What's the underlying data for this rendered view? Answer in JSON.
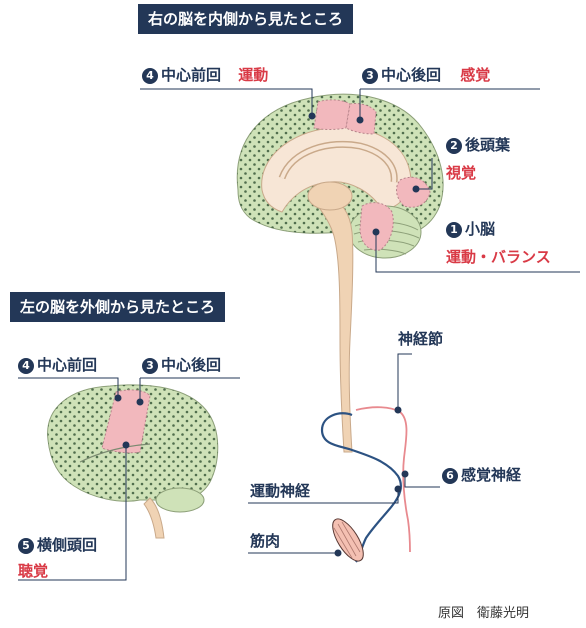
{
  "banners": {
    "medial": "右の脳を内側から見たところ",
    "lateral": "左の脳を外側から見たところ"
  },
  "medial_labels": {
    "precentral": {
      "num": "4",
      "name": "中心前回",
      "function": "運動"
    },
    "postcentral": {
      "num": "3",
      "name": "中心後回",
      "function": "感覚"
    },
    "occipital": {
      "num": "2",
      "name": "後頭葉",
      "function": "視覚"
    },
    "cerebellum": {
      "num": "1",
      "name": "小脳",
      "function": "運動・バランス"
    }
  },
  "lateral_labels": {
    "precentral": {
      "num": "4",
      "name": "中心前回"
    },
    "postcentral": {
      "num": "3",
      "name": "中心後回"
    },
    "temporal": {
      "num": "5",
      "name": "横側頭回",
      "function": "聴覚"
    }
  },
  "nerve_labels": {
    "ganglion": "神経節",
    "sensory": {
      "num": "6",
      "name": "感覚神経"
    },
    "motor": "運動神経",
    "muscle": "筋肉"
  },
  "credit": "原図　衛藤光明",
  "colors": {
    "banner": "#233757",
    "text": "#233757",
    "function_text": "#d93a46",
    "cortex": "#cfe2b8",
    "dots": "#3a5a3a",
    "area": "#f2b8bd",
    "white_matter": "#f7e6d6",
    "stem": "#f0d3b4",
    "motor_nerve": "#2c5282",
    "sensory_nerve": "#e88a8f"
  }
}
